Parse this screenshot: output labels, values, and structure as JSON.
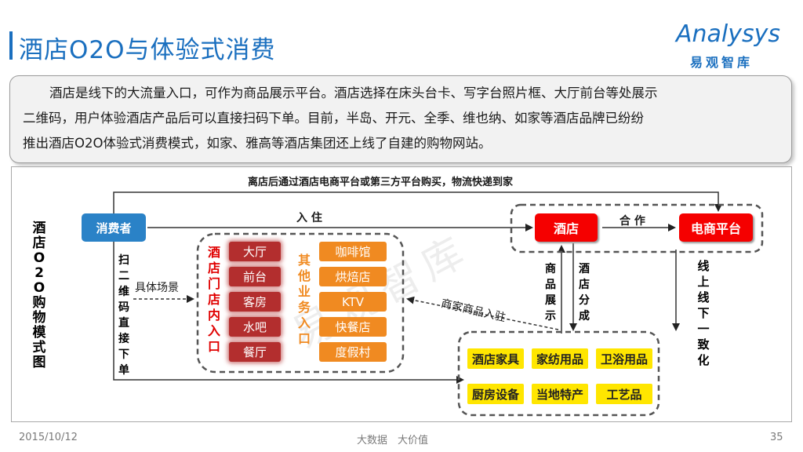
{
  "header": {
    "title": "酒店O2O与体验式消费",
    "logo_text": "Analysys",
    "logo_sub": "易观智库"
  },
  "intro": {
    "line1": "酒店是线下的大流量入口，可作为商品展示平台。酒店选择在床头台卡、写字台照片框、大厅前台等处展示",
    "line2": "二维码，用户体验酒店产品后可以直接扫码下单。目前，半岛、开元、全季、维也纳、如家等酒店品牌已纷纷",
    "line3": "推出酒店O2O体验式消费模式，如家、雅高等酒店集团还上线了自建的购物网站。"
  },
  "diagram": {
    "side_title": "酒店O2O购物模式图",
    "top_flow_label": "离店后通过酒店电商平台或第三方平台购买，物流快递到家",
    "consumer": "消费者",
    "checkin_label": "入 住",
    "hotel": "酒店",
    "cooperation_label": "合 作",
    "ecommerce": "电商平台",
    "scan_label": "扫二维码直接下单",
    "scenario_label": "具体场景",
    "hotel_entrance_title": "酒店门店内入口",
    "hotel_entrances": [
      "大厅",
      "前台",
      "客房",
      "水吧",
      "餐厅"
    ],
    "other_entrance_title": "其他业务入口",
    "other_entrances": [
      "咖啡馆",
      "烘焙店",
      "KTV",
      "快餐店",
      "度假村"
    ],
    "merchant_label": "商家商品入驻",
    "goods_display_label": "商品展示",
    "hotel_share_label": "酒店分成",
    "online_offline_label": "线上线下一致化",
    "goods": [
      "酒店家具",
      "家纺用品",
      "卫浴用品",
      "厨房设备",
      "当地特产",
      "工艺品"
    ],
    "watermark": "易观智库"
  },
  "footer": {
    "date": "2015/10/12",
    "center": "大数据　大价值",
    "page": "35"
  },
  "colors": {
    "brand_blue": "#1a6fbf",
    "consumer_blue": "#2a82c7",
    "hotel_red": "#f50000",
    "scene_red": "#b32e2e",
    "other_orange": "#f08a21",
    "goods_yellow": "#ffe600"
  }
}
